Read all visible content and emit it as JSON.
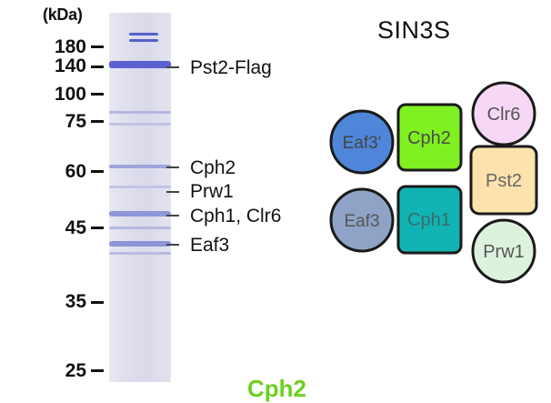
{
  "gel": {
    "unit_label": "(kDa)",
    "markers": [
      {
        "label": "180",
        "kda": 180
      },
      {
        "label": "140",
        "kda": 140
      },
      {
        "label": "100",
        "kda": 100
      },
      {
        "label": "75",
        "kda": 75
      },
      {
        "label": "60",
        "kda": 60
      },
      {
        "label": "45",
        "kda": 45
      },
      {
        "label": "35",
        "kda": 35
      },
      {
        "label": "25",
        "kda": 25
      }
    ],
    "bands": [
      {
        "label": "Pst2-Flag"
      },
      {
        "label": "Cph2"
      },
      {
        "label": "Prw1"
      },
      {
        "label": "Cph1, Clr6"
      },
      {
        "label": "Eaf3"
      }
    ]
  },
  "complex": {
    "title": "SIN3S",
    "subunits": [
      {
        "name": "Eaf3'",
        "fill": "#4f86d9",
        "text": "#444444"
      },
      {
        "name": "Cph2",
        "fill": "#7ff020",
        "text": "#4a4a4a"
      },
      {
        "name": "Clr6",
        "fill": "#f6d8f6",
        "text": "#555555"
      },
      {
        "name": "Pst2",
        "fill": "#fde2ae",
        "text": "#666666"
      },
      {
        "name": "Eaf3",
        "fill": "#8fa3c6",
        "text": "#555555"
      },
      {
        "name": "Cph1",
        "fill": "#12b3b3",
        "text": "#3a6a6a"
      },
      {
        "name": "Prw1",
        "fill": "#ddf2dd",
        "text": "#555555"
      }
    ]
  },
  "footer": {
    "text": "Cph2",
    "color": "#6cd01e"
  }
}
